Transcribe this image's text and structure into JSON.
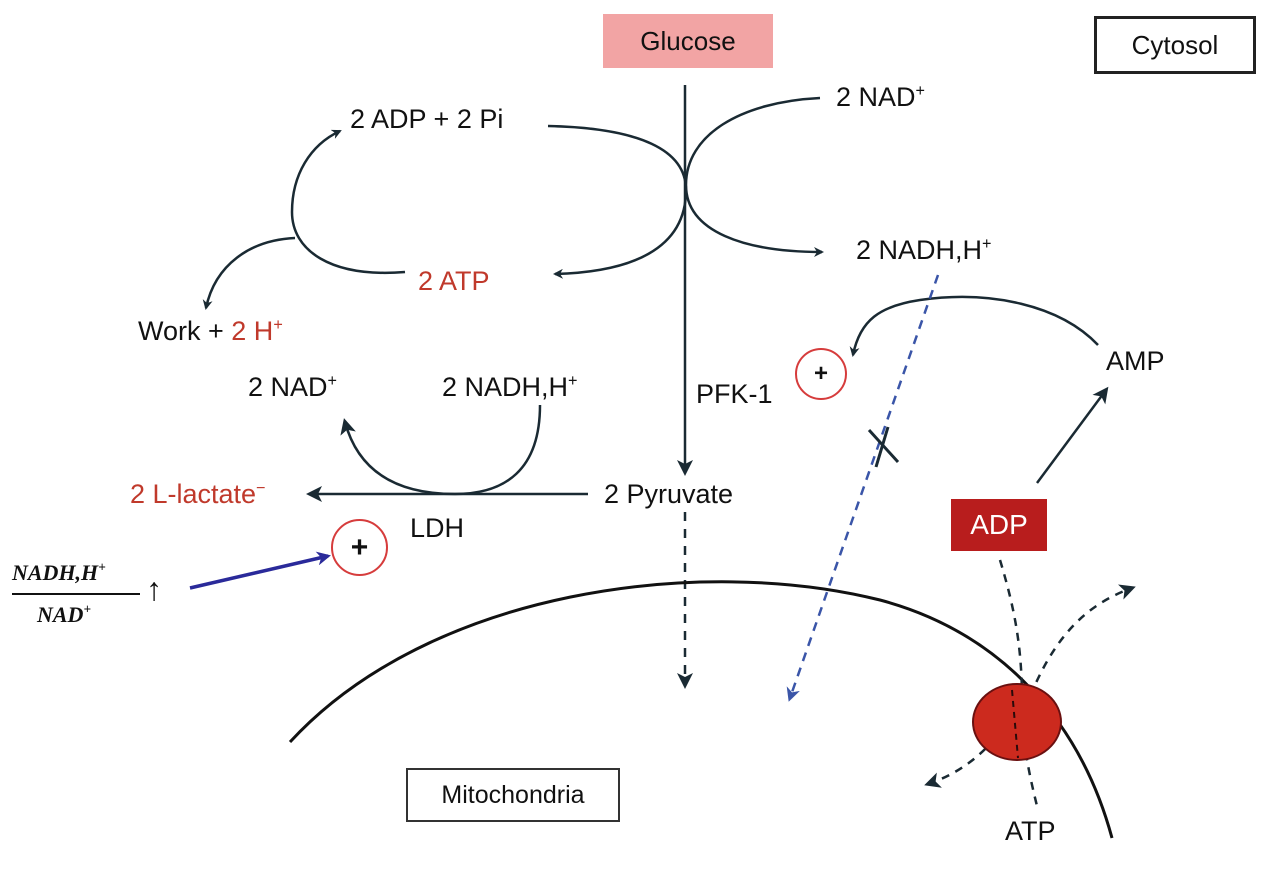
{
  "labels": {
    "glucose": "Glucose",
    "cytosol": "Cytosol",
    "mitochondria": "Mitochondria",
    "adp_pi": "2 ADP + 2 Pi",
    "nad_top": "2 NAD",
    "nadh_top": "2 NADH,H",
    "atp2": "2 ATP",
    "work": "Work + ",
    "work_h": "2 H",
    "nad_left": "2 NAD",
    "nadh_left": "2 NADH,H",
    "lactate": "2 L-lactate",
    "pyruvate": "2 Pyruvate",
    "ldh": "LDH",
    "pfk1": "PFK-1",
    "amp": "AMP",
    "adp": "ADP",
    "atp_bottom": "ATP",
    "plus_sign": "+",
    "superscript_plus": "+",
    "superscript_minus": "−",
    "ratio_numerator": "NADH,H",
    "ratio_denominator": "NAD",
    "up_arrow": "↑",
    "block_mark": "✗"
  },
  "colors": {
    "red_text": "#c0392b",
    "glucose_fill": "#f2a4a4",
    "adp_fill": "#b81d1d",
    "atp_synthase": "#cc2a1e",
    "blue_arrow": "#2a2a9a",
    "dashed_blue": "#3a55a8",
    "line": "#1a2a33"
  }
}
